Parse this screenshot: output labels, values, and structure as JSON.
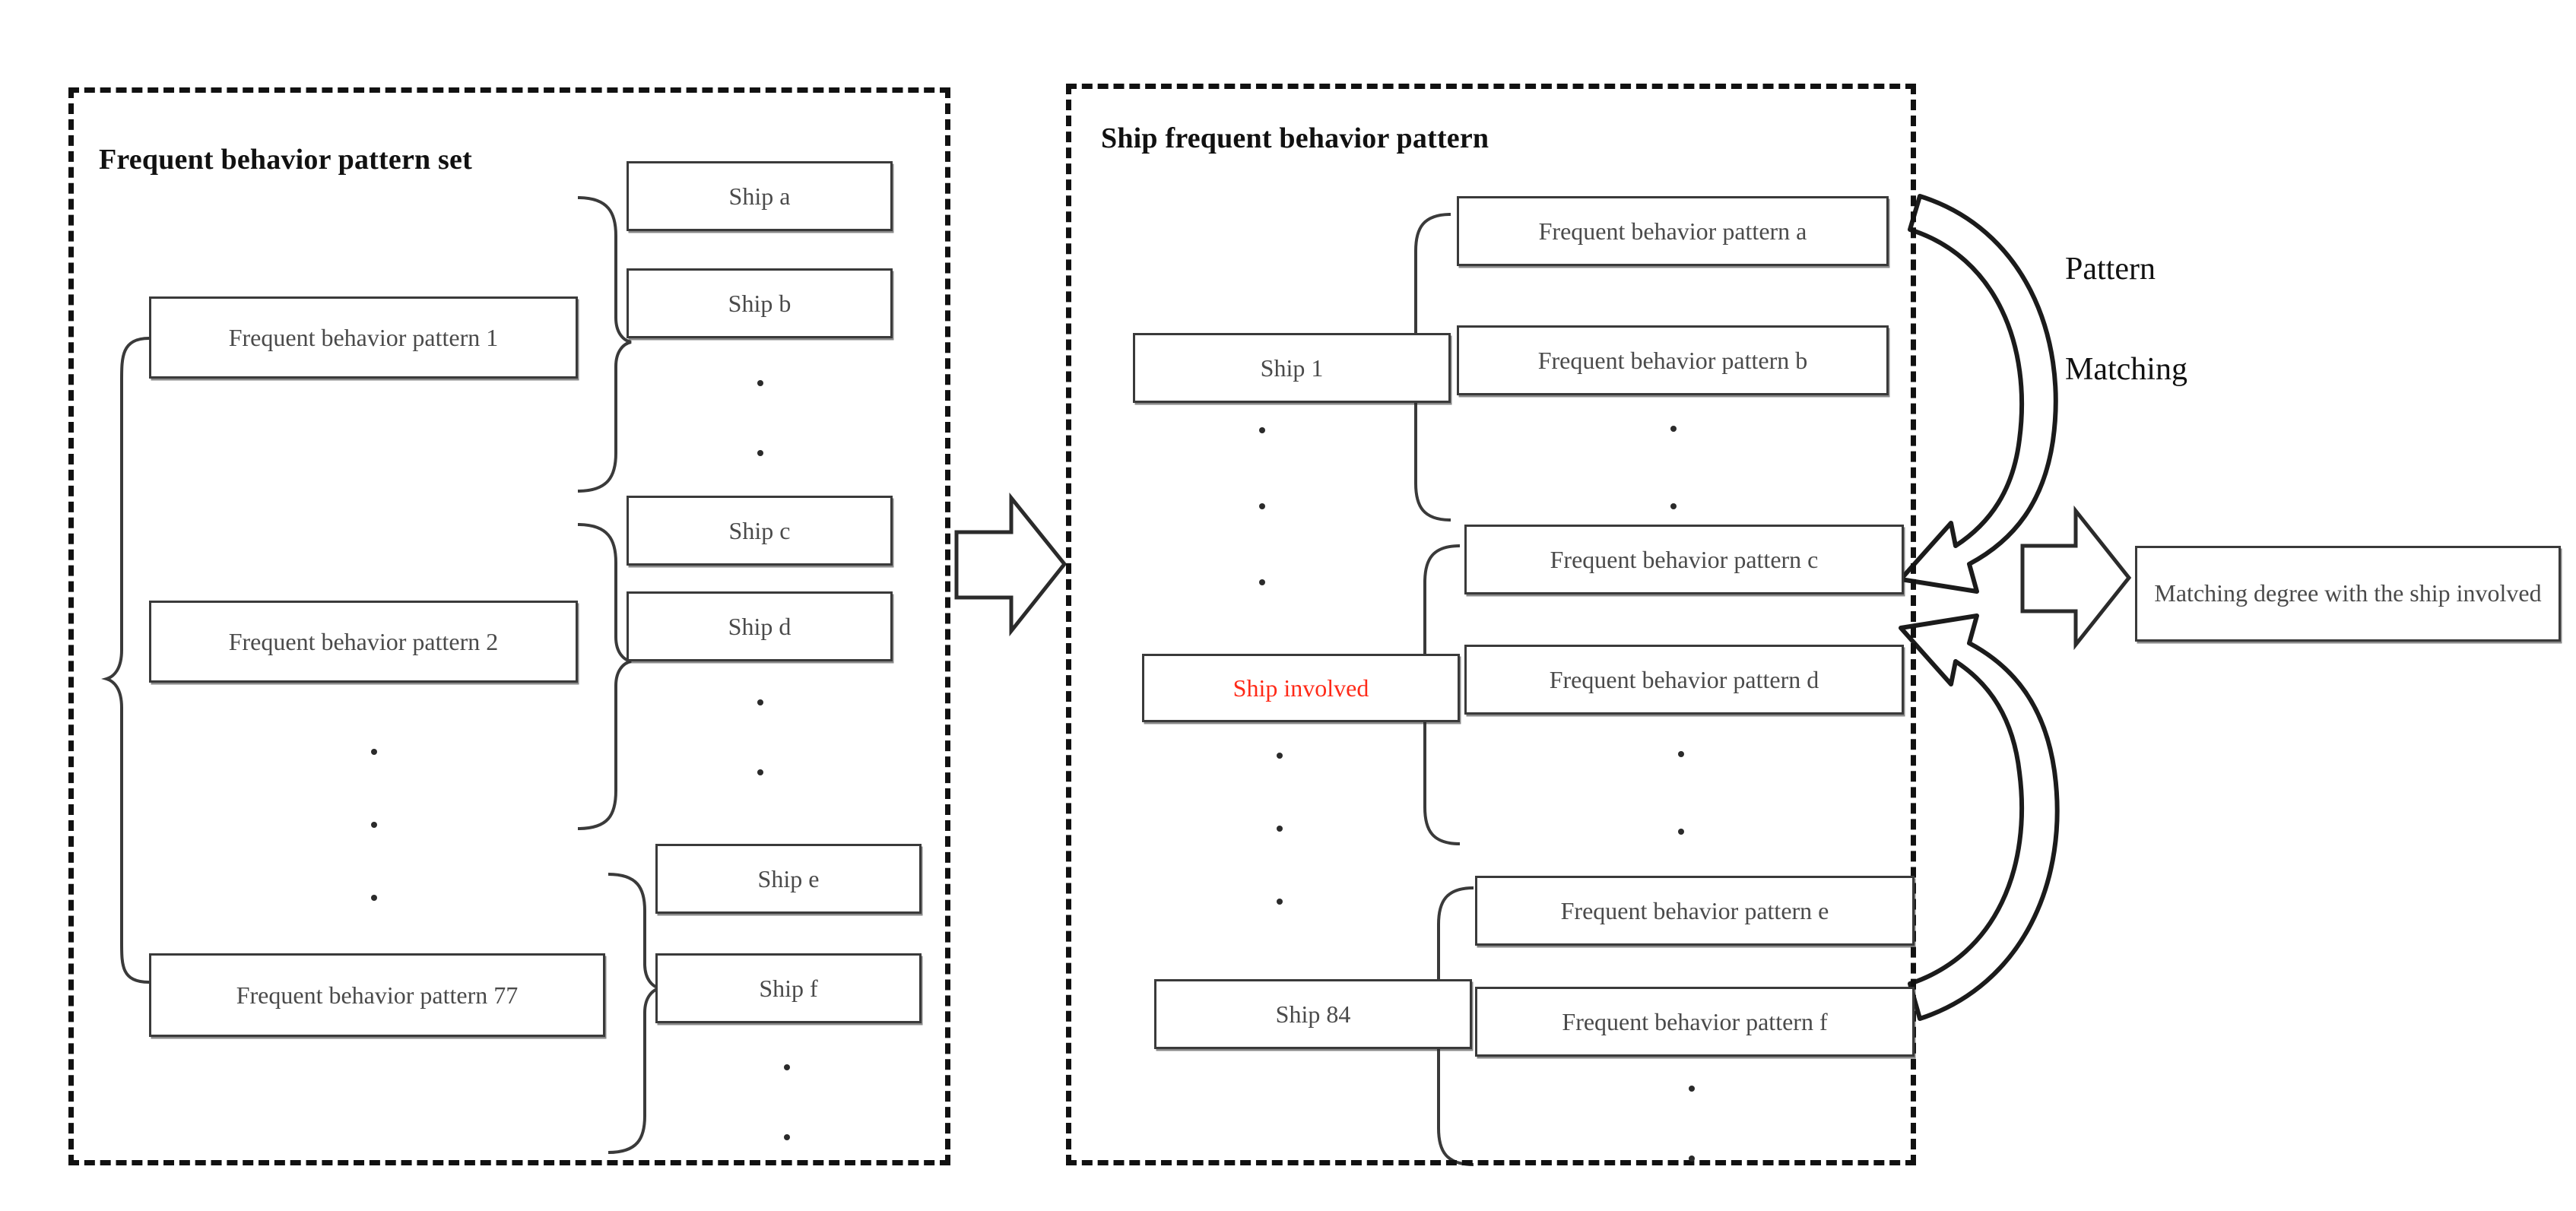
{
  "diagram": {
    "title_left": "Frequent behavior pattern set",
    "title_right": "Ship frequent behavior pattern",
    "flow_label_line1": "Pattern",
    "flow_label_line2": "Matching",
    "output_box": "Matching degree with the ship involved",
    "accent_color": "#ff2a18",
    "line_color": "#3a3a3a",
    "panel_border_color": "#111111"
  },
  "left_panel": {
    "patterns": [
      {
        "label": "Frequent behavior pattern 1",
        "ships": [
          "Ship a",
          "Ship b"
        ]
      },
      {
        "label": "Frequent behavior pattern 2",
        "ships": [
          "Ship c",
          "Ship d"
        ]
      },
      {
        "label": "Frequent behavior pattern 77",
        "ships": [
          "Ship e",
          "Ship f"
        ]
      }
    ],
    "vertical_ellipsis_count": 3
  },
  "right_panel": {
    "ships": [
      {
        "label": "Ship 1",
        "highlighted": false,
        "patterns": [
          "Frequent behavior pattern a",
          "Frequent behavior pattern b"
        ]
      },
      {
        "label": "Ship involved",
        "highlighted": true,
        "patterns": [
          "Frequent behavior pattern c",
          "Frequent behavior pattern d"
        ]
      },
      {
        "label": "Ship 84",
        "highlighted": false,
        "patterns": [
          "Frequent behavior pattern e",
          "Frequent behavior pattern f"
        ]
      }
    ]
  },
  "icons": {
    "transition_arrow": "block-arrow-right-icon",
    "output_arrow": "block-arrow-right-icon",
    "match_arrow_down": "curved-block-arrow-down-icon",
    "match_arrow_up": "curved-block-arrow-up-icon"
  }
}
